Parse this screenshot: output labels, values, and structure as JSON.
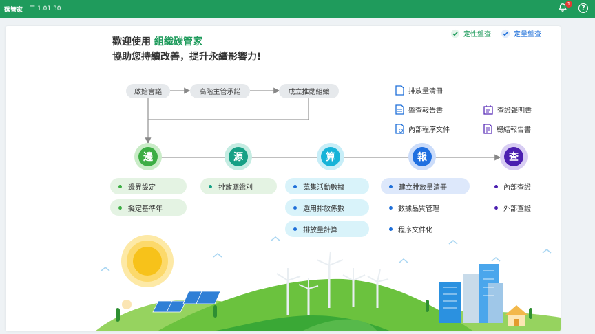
{
  "app": {
    "title": "碳管家",
    "version": "1.01.30",
    "notification_count": "1"
  },
  "welcome": {
    "prefix": "歡迎使用 ",
    "brand": "組織碳管家",
    "subtitle": "協助您持續改善，提升永續影響力!"
  },
  "modes": [
    {
      "label": "定性盤查"
    },
    {
      "label": "定量盤查"
    }
  ],
  "steps": [
    "啟始會議",
    "高階主管承諾",
    "成立推動組織"
  ],
  "documents": [
    "排放量清冊",
    "盤查報告書",
    "內部程序文件",
    "查證聲明書",
    "總結報告書"
  ],
  "stages": [
    {
      "label": "邊",
      "color": "#3cae44",
      "ring": "#c9ecc7"
    },
    {
      "label": "源",
      "color": "#16a085",
      "ring": "#c4ece2"
    },
    {
      "label": "算",
      "color": "#17b3d8",
      "ring": "#c7eef8"
    },
    {
      "label": "報",
      "color": "#1f6fe0",
      "ring": "#cbdcfa"
    },
    {
      "label": "查",
      "color": "#4b1fb0",
      "ring": "#d8cdf3"
    }
  ],
  "tasks": {
    "boundary": [
      "邊界設定",
      "擬定基準年"
    ],
    "source": [
      "排放源鑑別"
    ],
    "calc": [
      "蒐集活動數據",
      "選用排放係數",
      "排放量計算"
    ],
    "report": [
      "建立排放量清冊",
      "數據品質管理",
      "程序文件化"
    ],
    "verify": [
      "內部查證",
      "外部查證"
    ]
  },
  "colors": {
    "primary": "#1f9b5c",
    "blue": "#1e6fd9",
    "purple": "#5b2fb8"
  }
}
